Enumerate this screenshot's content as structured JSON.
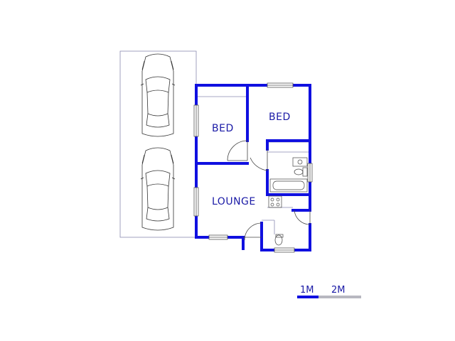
{
  "rooms": {
    "bed1": "BED",
    "bed2": "BED",
    "lounge": "LOUNGE"
  },
  "scale": {
    "label_1": "1M",
    "label_2": "2M"
  },
  "colors": {
    "wall": "#1010e0",
    "label": "#1a1aa6",
    "line": "#8a8ab0",
    "scale_grey": "#b8b8c0"
  }
}
